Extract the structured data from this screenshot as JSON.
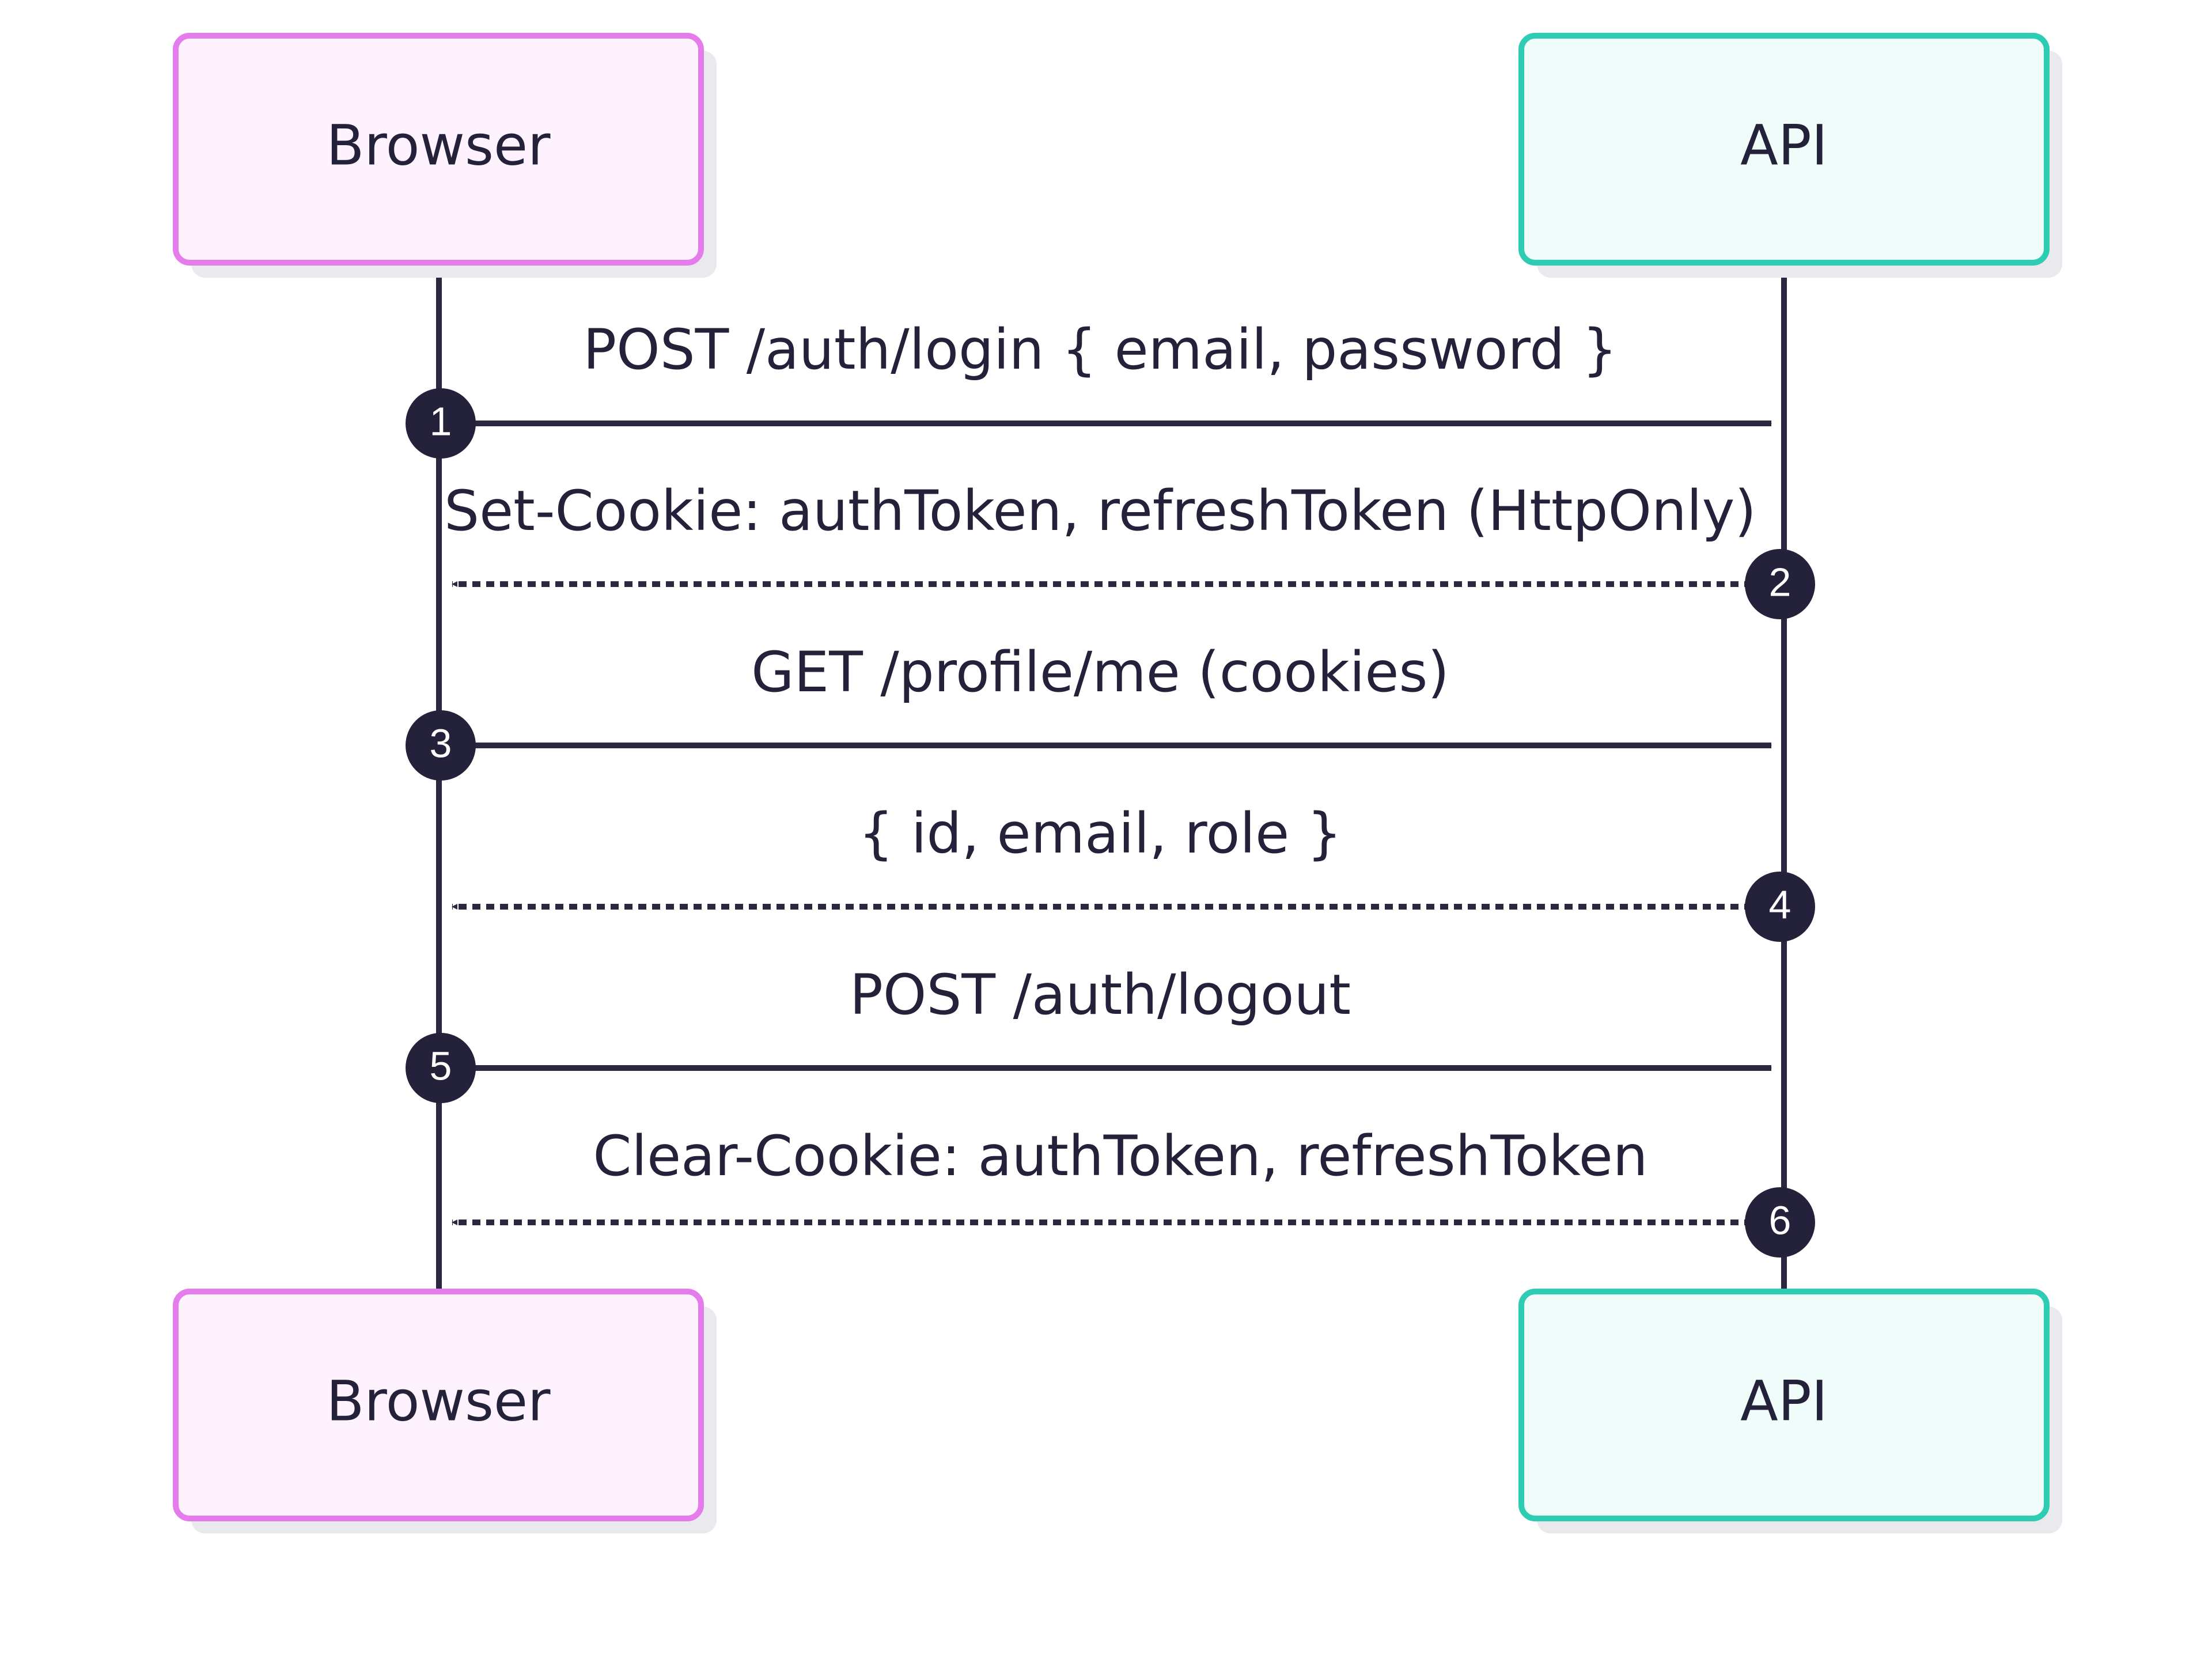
{
  "actors": [
    {
      "id": "browser",
      "label": "Browser",
      "stroke": "#e57ceb",
      "fill": "#fdf2fd"
    },
    {
      "id": "api",
      "label": "API",
      "stroke": "#2fccb4",
      "fill": "#effcf9"
    }
  ],
  "messages": [
    {
      "step": "1",
      "from": "browser",
      "to": "api",
      "style": "solid",
      "label": "POST /auth/login { email, password }"
    },
    {
      "step": "2",
      "from": "api",
      "to": "browser",
      "style": "dashed",
      "label": "Set-Cookie: authToken, refreshToken (HttpOnly)"
    },
    {
      "step": "3",
      "from": "browser",
      "to": "api",
      "style": "solid",
      "label": "GET /profile/me (cookies)"
    },
    {
      "step": "4",
      "from": "api",
      "to": "browser",
      "style": "dashed",
      "label": "{ id, email, role }"
    },
    {
      "step": "5",
      "from": "browser",
      "to": "api",
      "style": "solid",
      "label": "POST /auth/logout"
    },
    {
      "step": "6",
      "from": "api",
      "to": "browser",
      "style": "dashed",
      "label": "Clear-Cookie: authToken, refreshToken"
    }
  ],
  "colors": {
    "line": "#2a2840",
    "badge": "#24223a",
    "shadow": "#e9e9ee"
  }
}
